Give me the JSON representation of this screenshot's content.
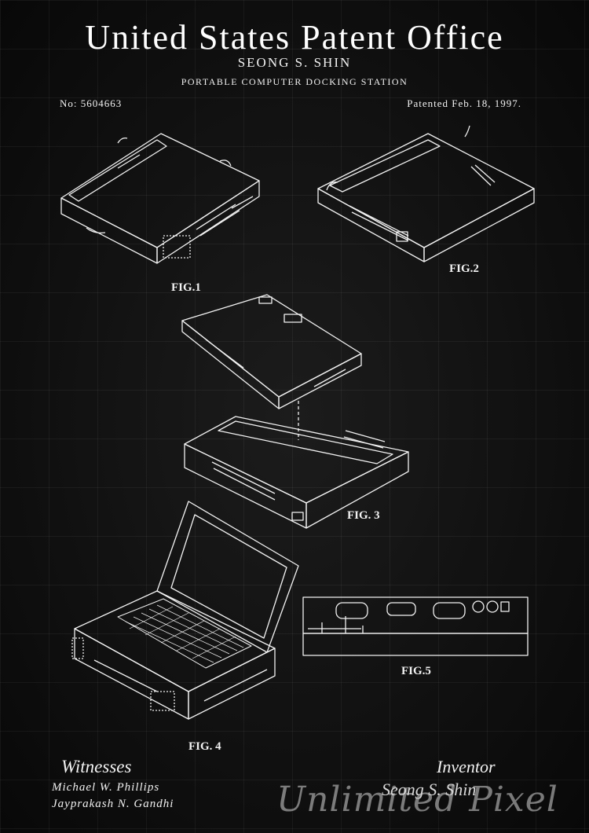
{
  "header": {
    "title": "United States Patent Office",
    "inventor": "SEONG S. SHIN",
    "subject": "PORTABLE COMPUTER DOCKING STATION",
    "patent_number": "No: 5604663",
    "patented_date": "Patented Feb. 18, 1997."
  },
  "figures": {
    "fig1": "FIG.1",
    "fig2": "FIG.2",
    "fig3": "FIG. 3",
    "fig4": "FIG. 4",
    "fig5": "FIG.5"
  },
  "footer": {
    "witnesses_heading": "Witnesses",
    "witnesses": [
      "Michael W. Phillips",
      "Jayprakash N. Gandhi"
    ],
    "inventor_heading": "Inventor",
    "inventor_signature": "Seong S. Shin",
    "watermark": "Unlimited Pixel"
  },
  "colors": {
    "background": "#101010",
    "line": "#f2f2f2"
  }
}
